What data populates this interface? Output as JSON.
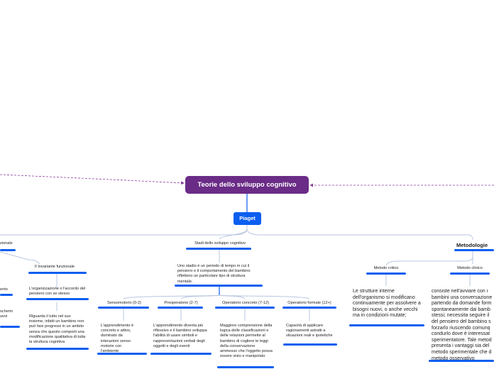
{
  "root": {
    "label": "Teorie dello sviluppo cognitivo"
  },
  "piaget": {
    "label": "Piaget"
  },
  "left_branch": {
    "label": "zionale",
    "invariante": "Il Invariante funzionale",
    "organizzazione": "L'organizzazione o l'accordo del pensiero con se stesso",
    "riguarda": "Riguarda il tutto nel suo insieme, infatti un bambino non può fare progressi in un ambito senza che questo comporti una modificazione qualitativa di tutta la struttura cognitiva",
    "frag1": "ento",
    "frag2_l1": "schemi",
    "frag2_l2": "uovi"
  },
  "stadi": {
    "label": "Stadi dello sviluppo cognitivo",
    "desc": "Uno stadio è un periodo di tempo in cui il pensiero e il comportamento del bambino riflettono un particolare tipo di struttura mentale.",
    "stages": [
      {
        "label": "Sensomotorio (0-2)",
        "desc": "L'apprendimento è concreto e attivo, dominato da interazioni senso motorie con l'ambiente"
      },
      {
        "label": "Preoperatorio (2-7)",
        "desc": "L'apprendimento diventa più riflessivo e il bambino sviluppa l'abilità di usare simboli e rappresentazioni verbali degli oggetti e degli eventi"
      },
      {
        "label": "Operatorio concreto (7-12)",
        "desc": "Maggiore comprensione della logica delle classificazioni e delle relazioni permette al bambino di cogliere le leggi della conservazione ammesso che l'oggetto possa essere visto e manipolato"
      },
      {
        "label": "Operatorio formale (12+)",
        "desc": "Capacità di applicare ragionamenti astratti a situazioni reali e ipotetiche"
      }
    ]
  },
  "metodologie": {
    "label": "Metodologie",
    "critico": {
      "label": "Metodo critico",
      "desc": "Le strutture interne dell'organismo si modificano continuamente per assolvere a bisogni nuovi, o anche vecchi ma in condizioni mutate;"
    },
    "clinico": {
      "label": "Metodo clinico",
      "desc": "consiste nell'avviare con i bambini una conversazione partendo da domande form spontaneamente dai bamb stessi; necessita seguire il del pensiero del bambino s forzarlo riuscendo comunq condurlo dove è interessat sperimentatore. Tale metod presenta i vantaggi sia del metodo sperimentale che d metodo osservativo"
    }
  },
  "colors": {
    "root": "#6a2c86",
    "accent": "#0b5ef0",
    "link": "#b9c6e0",
    "dashed": "#8a3c9c"
  }
}
